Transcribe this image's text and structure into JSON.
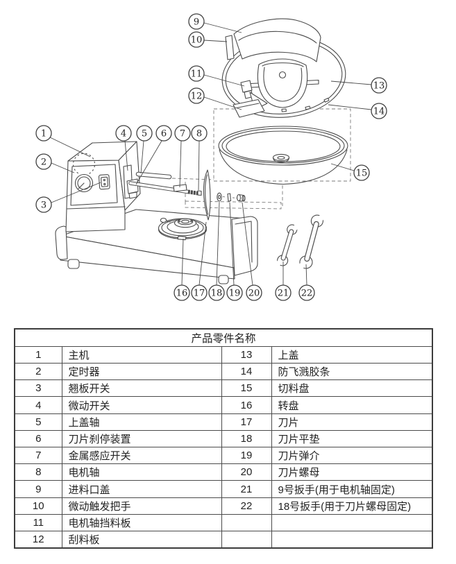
{
  "table": {
    "title": "产品零件名称",
    "rows": [
      {
        "ln": "1",
        "lname": "主机",
        "rn": "13",
        "rname": "上盖"
      },
      {
        "ln": "2",
        "lname": "定时器",
        "rn": "14",
        "rname": "防飞溅胶条"
      },
      {
        "ln": "3",
        "lname": "翘板开关",
        "rn": "15",
        "rname": "切料盘"
      },
      {
        "ln": "4",
        "lname": "微动开关",
        "rn": "16",
        "rname": "转盘"
      },
      {
        "ln": "5",
        "lname": "上盖轴",
        "rn": "17",
        "rname": "刀片"
      },
      {
        "ln": "6",
        "lname": "刀片刹停装置",
        "rn": "18",
        "rname": "刀片平垫"
      },
      {
        "ln": "7",
        "lname": "金属感应开关",
        "rn": "19",
        "rname": "刀片弹介"
      },
      {
        "ln": "8",
        "lname": "电机轴",
        "rn": "20",
        "rname": "刀片螺母"
      },
      {
        "ln": "9",
        "lname": "进料口盖",
        "rn": "21",
        "rname": "9号扳手(用于电机轴固定)"
      },
      {
        "ln": "10",
        "lname": "微动触发把手",
        "rn": "22",
        "rname": "18号扳手(用于刀片螺母固定)"
      },
      {
        "ln": "11",
        "lname": "电机轴挡料板",
        "rn": "",
        "rname": ""
      },
      {
        "ln": "12",
        "lname": "刮料板",
        "rn": "",
        "rname": ""
      }
    ]
  },
  "diagram": {
    "callouts": [
      "1",
      "2",
      "3",
      "4",
      "5",
      "6",
      "7",
      "8",
      "9",
      "10",
      "11",
      "12",
      "13",
      "14",
      "15",
      "16",
      "17",
      "18",
      "19",
      "20",
      "21",
      "22"
    ]
  }
}
